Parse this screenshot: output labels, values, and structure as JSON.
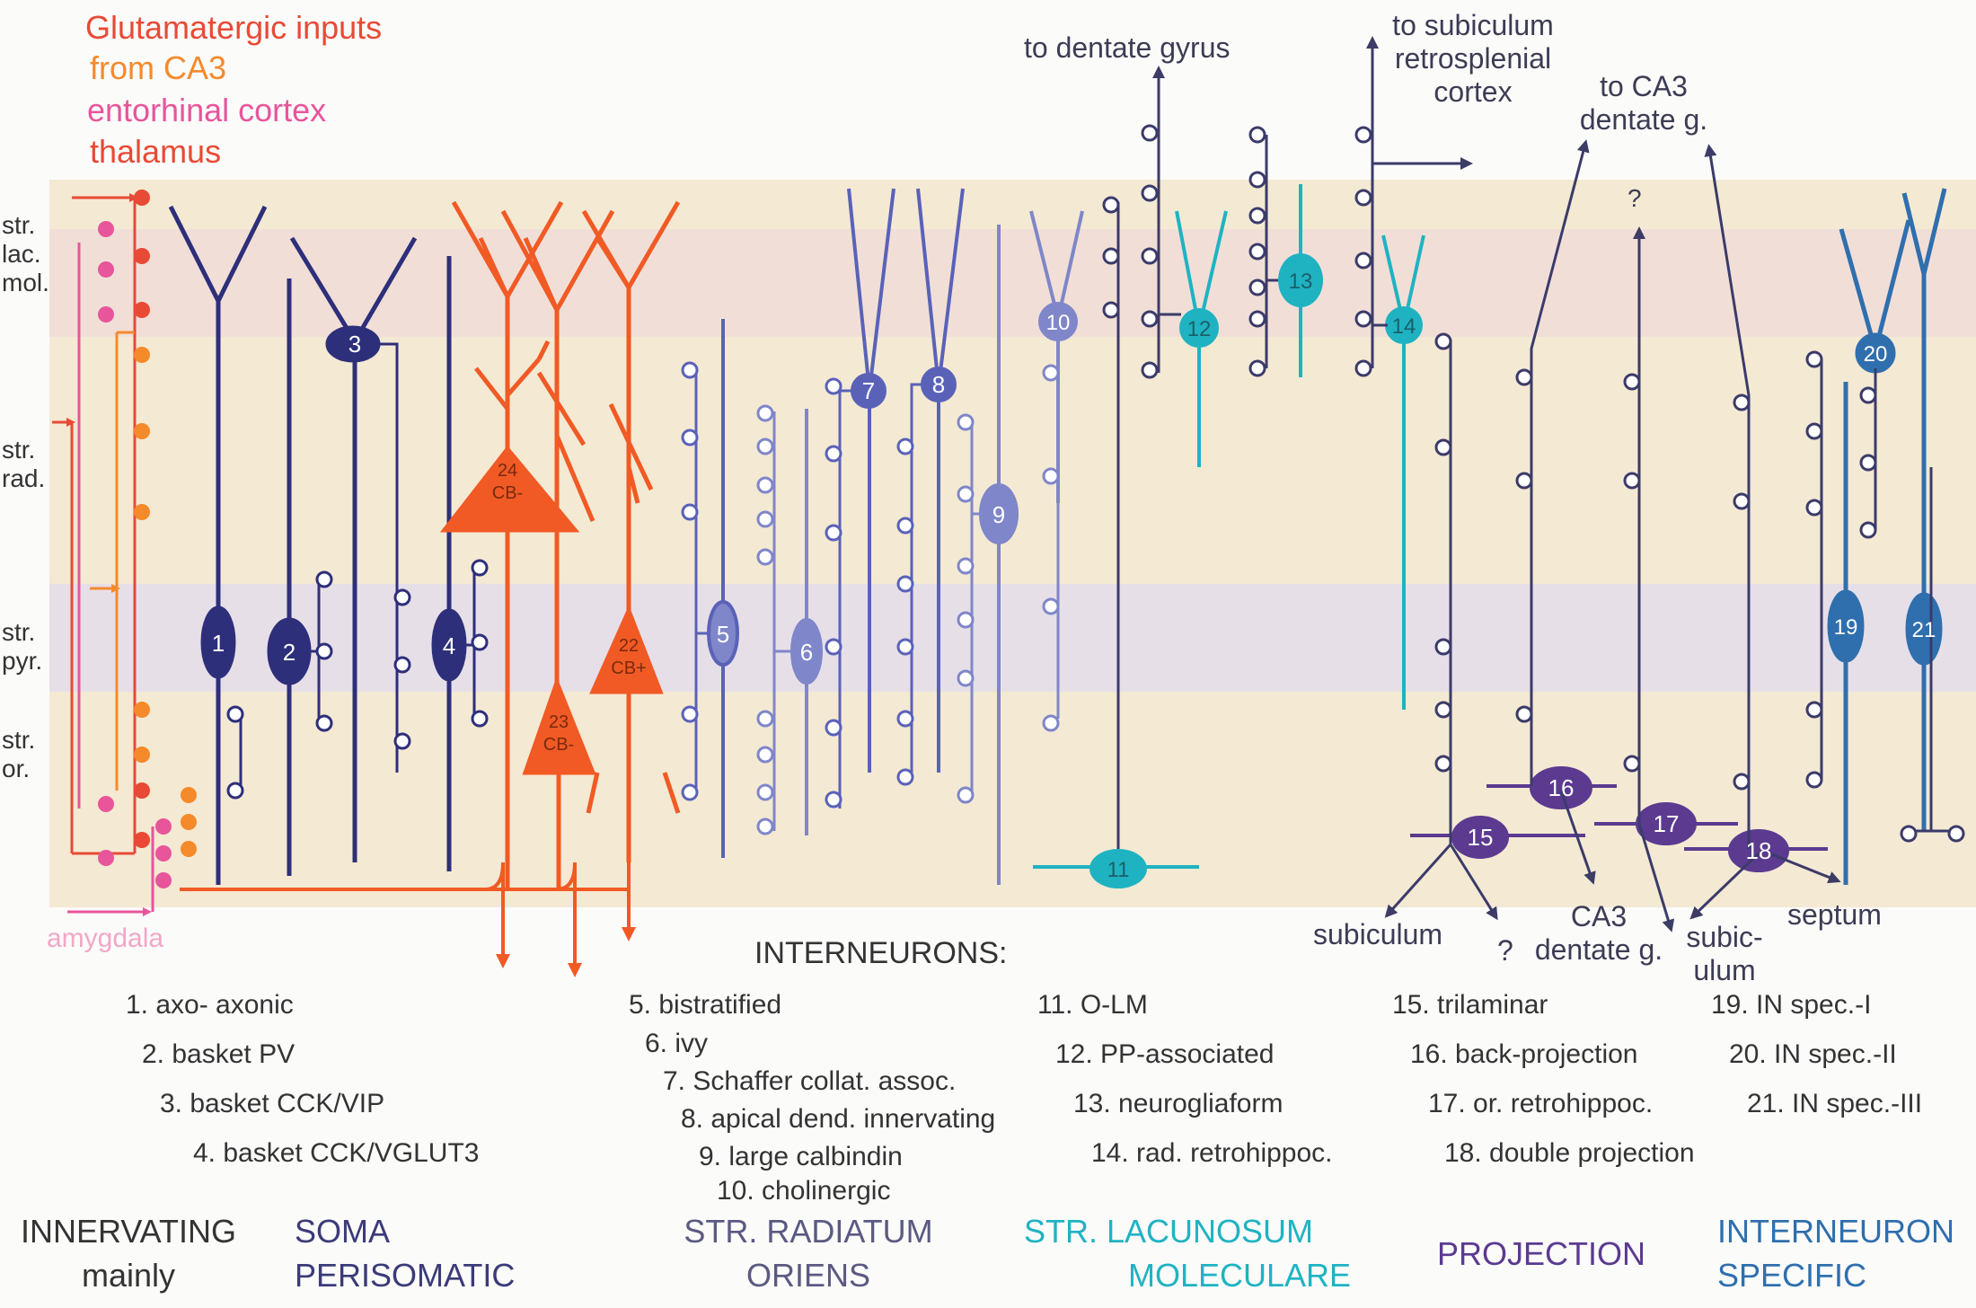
{
  "inputs": {
    "heading": "Glutamatergic inputs",
    "ca3": "from CA3",
    "entorhinal": "entorhinal cortex",
    "thalamus": "thalamus",
    "amygdala": "amygdala"
  },
  "layers": {
    "lacmol": [
      "str.",
      "lac.",
      "mol."
    ],
    "rad": [
      "str.",
      "rad."
    ],
    "pyr": [
      "str.",
      "pyr."
    ],
    "or": [
      "str.",
      "or."
    ]
  },
  "targets": {
    "dentate_gyrus": "to dentate gyrus",
    "subiculum_retro": [
      "to subiculum",
      "retrosplenial",
      "cortex"
    ],
    "ca3_dentate": [
      "to CA3",
      "dentate g."
    ],
    "question_top": "?",
    "subiculum_left": "subiculum",
    "question_bottom": "?",
    "ca3_dentate_bottom": [
      "CA3",
      "dentate g."
    ],
    "subiculum_right": [
      "subic-",
      "ulum"
    ],
    "septum": "septum"
  },
  "cell_labels": {
    "c1": "1",
    "c2": "2",
    "c3": "3",
    "c4": "4",
    "c5": "5",
    "c6": "6",
    "c7": "7",
    "c8": "8",
    "c9": "9",
    "c10": "10",
    "c11": "11",
    "c12": "12",
    "c13": "13",
    "c14": "14",
    "c15": "15",
    "c16": "16",
    "c17": "17",
    "c18": "18",
    "c19": "19",
    "c20": "20",
    "c21": "21",
    "c22": [
      "22",
      "CB+"
    ],
    "c23": [
      "23",
      "CB-"
    ],
    "c24": [
      "24",
      "CB-"
    ]
  },
  "legend": {
    "heading": "INTERNEURONS:",
    "items": [
      "1. axo- axonic",
      "2. basket PV",
      "3. basket CCK/VIP",
      "4. basket CCK/VGLUT3",
      "5.  bistratified",
      "6. ivy",
      "7. Schaffer collat. assoc.",
      "8. apical dend. innervating",
      "9.   large calbindin",
      "10. cholinergic",
      "11.  O-LM",
      "12. PP-associated",
      "13. neurogliaform",
      "14. rad. retrohippoc.",
      "15. trilaminar",
      "16. back-projection",
      "17. or. retrohippoc.",
      "18. double projection",
      "19. IN spec.-I",
      "20. IN spec.-II",
      "21. IN spec.-III"
    ]
  },
  "categories": {
    "innervating": [
      "INNERVATING",
      "mainly"
    ],
    "soma": [
      "SOMA",
      "PERISOMATIC"
    ],
    "radiatum": [
      "STR. RADIATUM",
      "ORIENS"
    ],
    "lacunosum": [
      "STR. LACUNOSUM",
      "MOLECULARE"
    ],
    "projection": "PROJECTION",
    "interneuron": [
      "INTERNEURON",
      "SPECIFIC"
    ]
  },
  "colors": {
    "dark_navy": "#2e2f7a",
    "medium_blue": "#5a62b8",
    "lavender": "#7f86c9",
    "purple": "#5b3a90",
    "cyan": "#1fb3c2",
    "steel_blue": "#2f6fae",
    "orange_red": "#f15a24",
    "pyramidal": "#f26a2d",
    "input_red": "#e84a35",
    "input_orange": "#f58a2b",
    "input_pink": "#e8559b"
  }
}
